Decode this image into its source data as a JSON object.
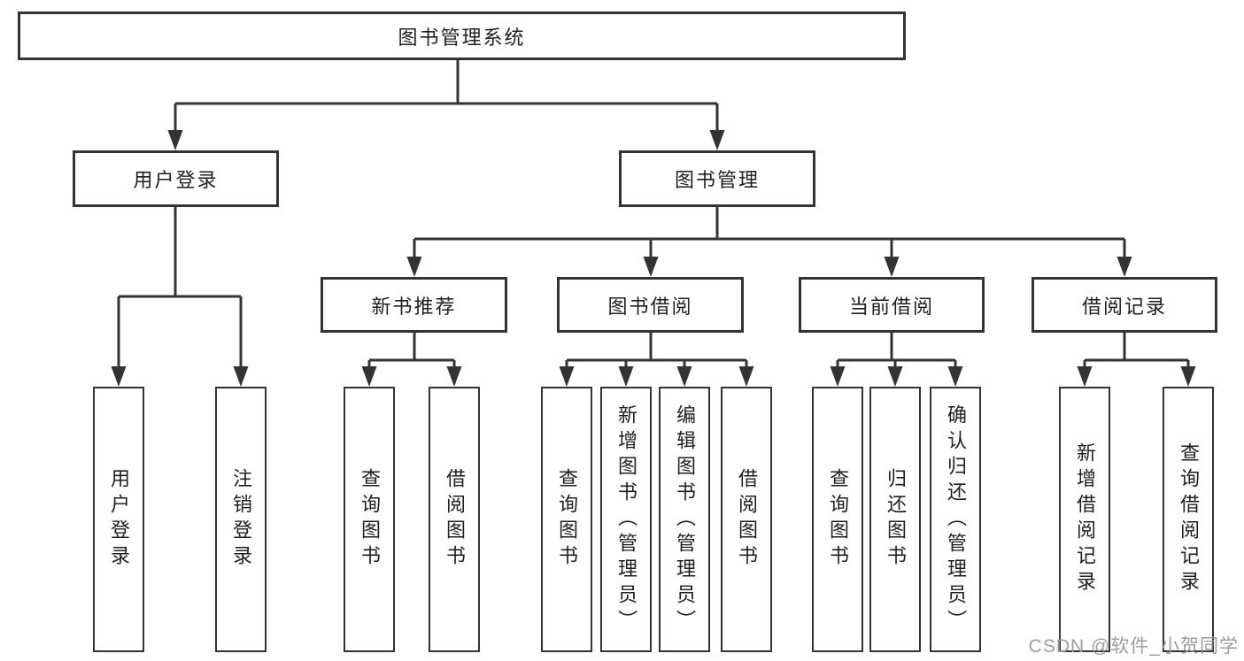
{
  "diagram": {
    "root": {
      "label": "图书管理系统"
    },
    "level2": [
      {
        "label": "用户登录"
      },
      {
        "label": "图书管理"
      }
    ],
    "level3": [
      {
        "label": "新书推荐"
      },
      {
        "label": "图书借阅"
      },
      {
        "label": "当前借阅"
      },
      {
        "label": "借阅记录"
      }
    ],
    "leaves": [
      {
        "group": "用户登录",
        "label": "用户登录"
      },
      {
        "group": "用户登录",
        "label": "注销登录"
      },
      {
        "group": "新书推荐",
        "label": "查询图书"
      },
      {
        "group": "新书推荐",
        "label": "借阅图书"
      },
      {
        "group": "图书借阅",
        "label": "查询图书"
      },
      {
        "group": "图书借阅",
        "label": "新增图书（管理员）"
      },
      {
        "group": "图书借阅",
        "label": "编辑图书（管理员）"
      },
      {
        "group": "图书借阅",
        "label": "借阅图书"
      },
      {
        "group": "当前借阅",
        "label": "查询图书"
      },
      {
        "group": "当前借阅",
        "label": "归还图书"
      },
      {
        "group": "当前借阅",
        "label": "确认归还（管理员）"
      },
      {
        "group": "借阅记录",
        "label": "新增借阅记录"
      },
      {
        "group": "借阅记录",
        "label": "查询借阅记录"
      }
    ]
  },
  "watermark": {
    "text": "CSDN @软件_小贺同学"
  },
  "colors": {
    "line": "#333333",
    "box_border": "#333333",
    "box_fill": "#ffffff",
    "text": "#1f1f1f",
    "watermark": "#9d9d9d",
    "background": "#ffffff"
  }
}
